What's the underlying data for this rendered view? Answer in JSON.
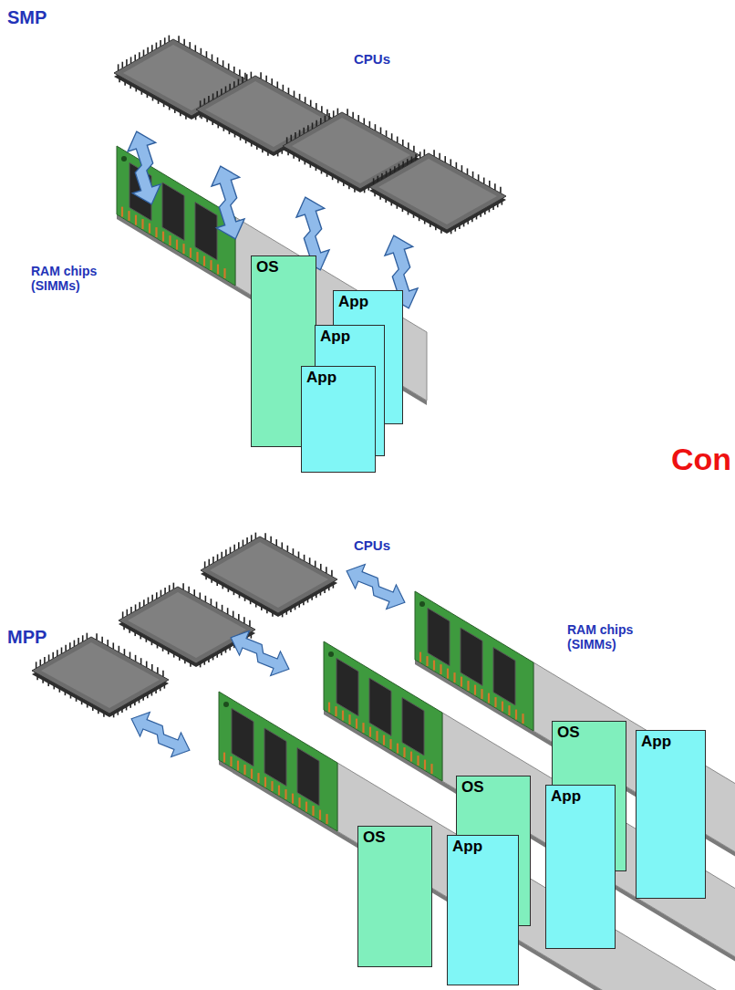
{
  "diagram": {
    "nodes": [
      {
        "text": [
          "OS"
        ]
      },
      {
        "text": [
          "App"
        ]
      },
      {
        "text": [
          "App"
        ]
      },
      {
        "text": [
          "App"
        ]
      },
      {
        "text": [
          "OS"
        ]
      },
      {
        "text": [
          "App"
        ]
      },
      {
        "text": [
          "OS"
        ]
      },
      {
        "text": [
          "App"
        ]
      },
      {
        "text": [
          "OS"
        ]
      },
      {
        "text": [
          "App"
        ]
      }
    ],
    "labels": [
      "SMP",
      "CPUs",
      "RAM chips (SIMMs)",
      "Con",
      "CPUs",
      "MPP",
      "RAM chips (SIMMs)"
    ]
  }
}
